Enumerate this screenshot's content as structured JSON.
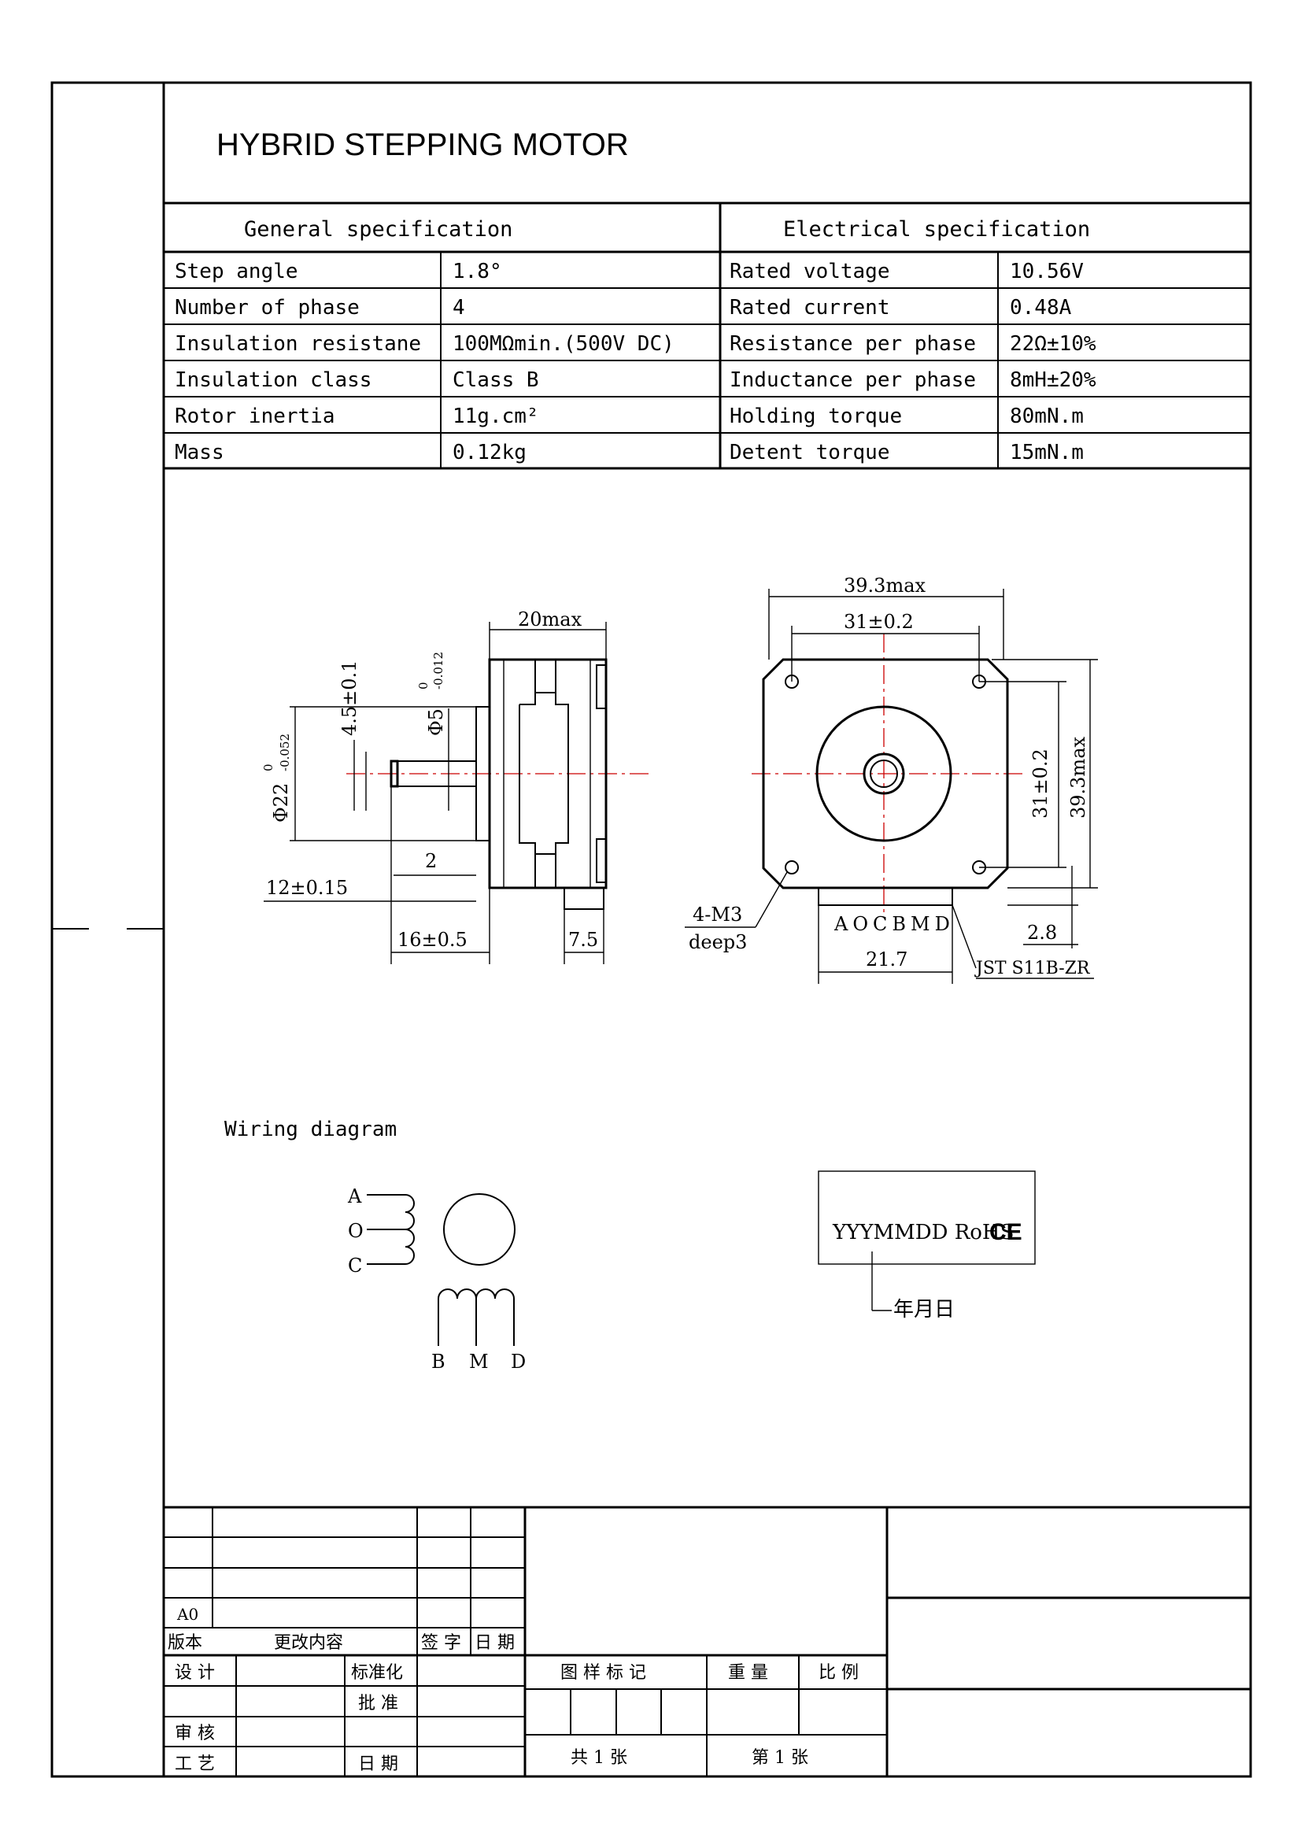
{
  "title": "HYBRID STEPPING MOTOR",
  "spec": {
    "general_header": "General  specification",
    "electrical_header": "Electrical  specification",
    "rows": [
      {
        "gl": "Step angle",
        "gv": "1.8°",
        "el": "Rated voltage",
        "ev": "10.56V"
      },
      {
        "gl": "Number of phase",
        "gv": "4",
        "el": "Rated current",
        "ev": "0.48A"
      },
      {
        "gl": "Insulation resistane",
        "gv": "100MΩmin.(500V DC)",
        "el": "Resistance per phase",
        "ev": "22Ω±10%"
      },
      {
        "gl": "Insulation class",
        "gv": "Class B",
        "el": "Inductance per phase",
        "ev": "8mH±20%"
      },
      {
        "gl": "Rotor inertia",
        "gv": "11g.cm²",
        "el": "Holding torque",
        "ev": "80mN.m"
      },
      {
        "gl": "Mass",
        "gv": "0.12kg",
        "el": "Detent torque",
        "ev": "15mN.m"
      }
    ]
  },
  "dims": {
    "len20": "20max",
    "d45": "4.5±0.1",
    "phi5": "Φ5",
    "phi5_tol_up": "0",
    "phi5_tol_lo": "-0.012",
    "phi22": "Φ22",
    "phi22_tol_up": "0",
    "phi22_tol_lo": "-0.052",
    "two": "2",
    "shaft": "12±0.15",
    "flange": "16±0.5",
    "conn": "7.5",
    "w393": "39.3max",
    "w31": "31±0.2",
    "h31": "31±0.2",
    "h393": "39.3max",
    "holes": "4-M3",
    "deep": "deep3",
    "pins": "AOCBMD",
    "pitch": "21.7",
    "d28": "2.8",
    "jst": "JST S11B-ZR"
  },
  "wiring": {
    "title": "Wiring diagram",
    "left": [
      "A",
      "O",
      "C"
    ],
    "bottom": [
      "B",
      "M",
      "D"
    ]
  },
  "label": {
    "text": "YYYMMDD RoHS",
    "ce": "CE",
    "note": "年月日"
  },
  "titleblock": {
    "a0": "A0",
    "version": "版本",
    "content": "更改内容",
    "sign": "签 字",
    "date": "日 期",
    "design": "设 计",
    "standard": "标准化",
    "approve": "批 准",
    "review": "审 核",
    "process": "工 艺",
    "date2": "日 期",
    "mark": "图 样 标 记",
    "weight": "重 量",
    "scale": "比 例",
    "total": "共  1  张",
    "sheet": "第  1  张"
  }
}
